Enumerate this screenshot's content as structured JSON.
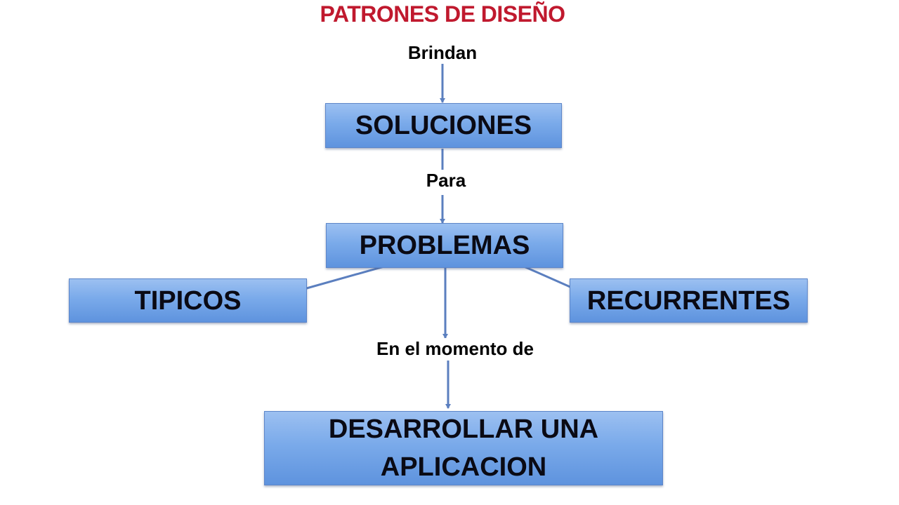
{
  "title": "PATRONES DE DISEÑO",
  "labels": {
    "brindan": "Brindan",
    "para": "Para",
    "en_el_momento": "En el momento de"
  },
  "nodes": {
    "soluciones": "SOLUCIONES",
    "problemas": "PROBLEMAS",
    "tipicos": "TIPICOS",
    "recurrentes": "RECURRENTES",
    "desarrollar_line1": "DESARROLLAR UNA",
    "desarrollar_line2": "APLICACION"
  },
  "colors": {
    "title": "#c0192e",
    "box_top": "#9cc0f1",
    "box_bottom": "#5e93de",
    "connector": "#5b7fbf"
  }
}
